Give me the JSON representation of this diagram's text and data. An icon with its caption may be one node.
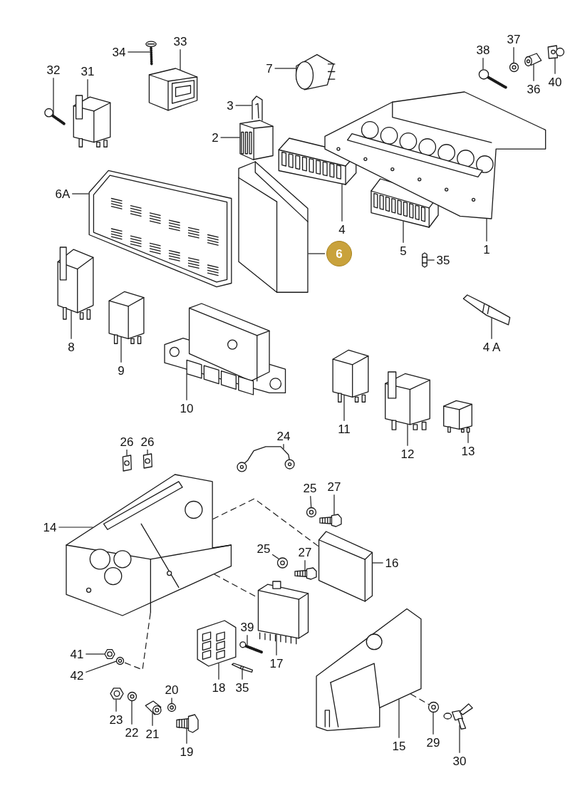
{
  "diagram": {
    "nodes": [
      {
        "text": [
          "34"
        ]
      },
      {
        "text": [
          "33"
        ]
      },
      {
        "text": [
          "32"
        ]
      },
      {
        "text": [
          "31"
        ]
      },
      {
        "text": [
          "7"
        ]
      },
      {
        "text": [
          "38"
        ]
      },
      {
        "text": [
          "37"
        ]
      },
      {
        "text": [
          "36"
        ]
      },
      {
        "text": [
          "40"
        ]
      },
      {
        "text": [
          "3"
        ]
      },
      {
        "text": [
          "2"
        ]
      },
      {
        "text": [
          "6A"
        ]
      },
      {
        "text": [
          "4"
        ]
      },
      {
        "text": [
          "5"
        ]
      },
      {
        "text": [
          "1"
        ]
      },
      {
        "text": [
          "6"
        ]
      },
      {
        "text": [
          "35"
        ]
      },
      {
        "text": [
          "4 A"
        ]
      },
      {
        "text": [
          "8"
        ]
      },
      {
        "text": [
          "9"
        ]
      },
      {
        "text": [
          "10"
        ]
      },
      {
        "text": [
          "11"
        ]
      },
      {
        "text": [
          "12"
        ]
      },
      {
        "text": [
          "13"
        ]
      },
      {
        "text": [
          "26"
        ]
      },
      {
        "text": [
          "26"
        ]
      },
      {
        "text": [
          "24"
        ]
      },
      {
        "text": [
          "14"
        ]
      },
      {
        "text": [
          "25"
        ]
      },
      {
        "text": [
          "27"
        ]
      },
      {
        "text": [
          "16"
        ]
      },
      {
        "text": [
          "25"
        ]
      },
      {
        "text": [
          "27"
        ]
      },
      {
        "text": [
          "39"
        ]
      },
      {
        "text": [
          "17"
        ]
      },
      {
        "text": [
          "41"
        ]
      },
      {
        "text": [
          "42"
        ]
      },
      {
        "text": [
          "18"
        ]
      },
      {
        "text": [
          "35"
        ]
      },
      {
        "text": [
          "23"
        ]
      },
      {
        "text": [
          "22"
        ]
      },
      {
        "text": [
          "20"
        ]
      },
      {
        "text": [
          "21"
        ]
      },
      {
        "text": [
          "19"
        ]
      },
      {
        "text": [
          "15"
        ]
      },
      {
        "text": [
          "29"
        ]
      },
      {
        "text": [
          "30"
        ]
      },
      {
        "text": [],
        "shape": "picture"
      },
      {
        "text": [],
        "shape": "picture"
      },
      {
        "text": [],
        "shape": "picture"
      },
      {
        "text": [],
        "shape": "picture"
      },
      {
        "text": [],
        "shape": "picture"
      },
      {
        "text": [],
        "shape": "picture"
      },
      {
        "text": [],
        "shape": "picture"
      },
      {
        "text": [],
        "shape": "picture"
      },
      {
        "text": [],
        "shape": "picture"
      },
      {
        "text": [],
        "shape": "picture"
      },
      {
        "text": [],
        "shape": "picture"
      },
      {
        "text": [],
        "shape": "picture"
      },
      {
        "text": [],
        "shape": "picture"
      },
      {
        "text": [],
        "shape": "picture"
      },
      {
        "text": [],
        "shape": "picture"
      },
      {
        "text": [],
        "shape": "picture"
      },
      {
        "text": [],
        "shape": "picture"
      },
      {
        "text": [],
        "shape": "picture"
      },
      {
        "text": [],
        "shape": "picture"
      },
      {
        "text": [],
        "shape": "picture"
      },
      {
        "text": [],
        "shape": "picture"
      },
      {
        "text": [],
        "shape": "picture"
      },
      {
        "text": [],
        "shape": "picture"
      },
      {
        "text": [],
        "shape": "picture"
      },
      {
        "text": [],
        "shape": "picture"
      },
      {
        "text": [],
        "shape": "picture"
      },
      {
        "text": [],
        "shape": "picture"
      },
      {
        "text": [],
        "shape": "picture"
      },
      {
        "text": [],
        "shape": "picture"
      },
      {
        "text": [],
        "shape": "picture"
      },
      {
        "text": [],
        "shape": "picture"
      },
      {
        "text": [],
        "shape": "picture"
      },
      {
        "text": [],
        "shape": "picture"
      },
      {
        "text": [],
        "shape": "picture"
      },
      {
        "text": [],
        "shape": "picture"
      },
      {
        "text": [],
        "shape": "picture"
      },
      {
        "text": [],
        "shape": "picture"
      },
      {
        "text": [],
        "shape": "picture"
      },
      {
        "text": [],
        "shape": "picture"
      },
      {
        "text": [],
        "shape": "picture"
      },
      {
        "text": [],
        "shape": "picture"
      },
      {
        "text": [],
        "shape": "picture"
      },
      {
        "text": [],
        "shape": "picture"
      },
      {
        "text": [],
        "shape": "picture"
      },
      {
        "text": [],
        "shape": "picture"
      },
      {
        "text": [],
        "shape": "picture"
      },
      {
        "text": [],
        "shape": "picture"
      }
    ],
    "edges": [
      {
        "from": 0,
        "to": 47,
        "arrow": "none"
      },
      {
        "from": 1,
        "to": 48,
        "arrow": "none"
      },
      {
        "from": 2,
        "to": 49,
        "arrow": "none"
      },
      {
        "from": 3,
        "to": 50,
        "arrow": "none"
      },
      {
        "from": 4,
        "to": 51,
        "arrow": "none"
      },
      {
        "from": 5,
        "to": 52,
        "arrow": "none"
      },
      {
        "from": 6,
        "to": 53,
        "arrow": "none"
      },
      {
        "from": 7,
        "to": 54,
        "arrow": "none"
      },
      {
        "from": 8,
        "to": 55,
        "arrow": "none"
      },
      {
        "from": 9,
        "to": 56,
        "arrow": "none"
      },
      {
        "from": 10,
        "to": 57,
        "arrow": "none"
      },
      {
        "from": 11,
        "to": 58,
        "arrow": "none"
      },
      {
        "from": 12,
        "to": 59,
        "arrow": "none"
      },
      {
        "from": 13,
        "to": 60,
        "arrow": "none"
      },
      {
        "from": 14,
        "to": 61,
        "arrow": "none"
      },
      {
        "from": 15,
        "to": 62,
        "arrow": "none"
      },
      {
        "from": 16,
        "to": 63,
        "arrow": "none"
      },
      {
        "from": 17,
        "to": 64,
        "arrow": "none"
      },
      {
        "from": 18,
        "to": 65,
        "arrow": "none"
      },
      {
        "from": 19,
        "to": 66,
        "arrow": "none"
      },
      {
        "from": 20,
        "to": 67,
        "arrow": "none"
      },
      {
        "from": 21,
        "to": 68,
        "arrow": "none"
      },
      {
        "from": 22,
        "to": 69,
        "arrow": "none"
      },
      {
        "from": 23,
        "to": 70,
        "arrow": "none"
      },
      {
        "from": 24,
        "to": 71,
        "arrow": "none"
      },
      {
        "from": 25,
        "to": 72,
        "arrow": "none"
      },
      {
        "from": 26,
        "to": 73,
        "arrow": "none"
      },
      {
        "from": 27,
        "to": 74,
        "arrow": "none"
      },
      {
        "from": 28,
        "to": 75,
        "arrow": "none"
      },
      {
        "from": 29,
        "to": 76,
        "arrow": "none"
      },
      {
        "from": 30,
        "to": 77,
        "arrow": "none"
      },
      {
        "from": 31,
        "to": 78,
        "arrow": "none"
      },
      {
        "from": 32,
        "to": 79,
        "arrow": "none"
      },
      {
        "from": 33,
        "to": 80,
        "arrow": "none"
      },
      {
        "from": 34,
        "to": 81,
        "arrow": "none"
      },
      {
        "from": 35,
        "to": 82,
        "arrow": "none"
      },
      {
        "from": 36,
        "to": 83,
        "arrow": "none"
      },
      {
        "from": 37,
        "to": 84,
        "arrow": "none"
      },
      {
        "from": 38,
        "to": 85,
        "arrow": "none"
      },
      {
        "from": 39,
        "to": 86,
        "arrow": "none"
      },
      {
        "from": 40,
        "to": 87,
        "arrow": "none"
      },
      {
        "from": 41,
        "to": 88,
        "arrow": "none"
      },
      {
        "from": 42,
        "to": 89,
        "arrow": "none"
      },
      {
        "from": 43,
        "to": 90,
        "arrow": "none"
      },
      {
        "from": 44,
        "to": 91,
        "arrow": "none"
      },
      {
        "from": 45,
        "to": 92,
        "arrow": "none"
      },
      {
        "from": 46,
        "to": 93,
        "arrow": "none"
      },
      {
        "from": 74,
        "to": 77,
        "arrow": "none",
        "style": "dashed"
      },
      {
        "from": 74,
        "to": 81,
        "arrow": "none",
        "style": "dashed"
      },
      {
        "from": 74,
        "to": 83,
        "arrow": "none",
        "style": "dashed"
      },
      {
        "from": 91,
        "to": 92,
        "arrow": "none",
        "style": "dashed"
      }
    ]
  }
}
